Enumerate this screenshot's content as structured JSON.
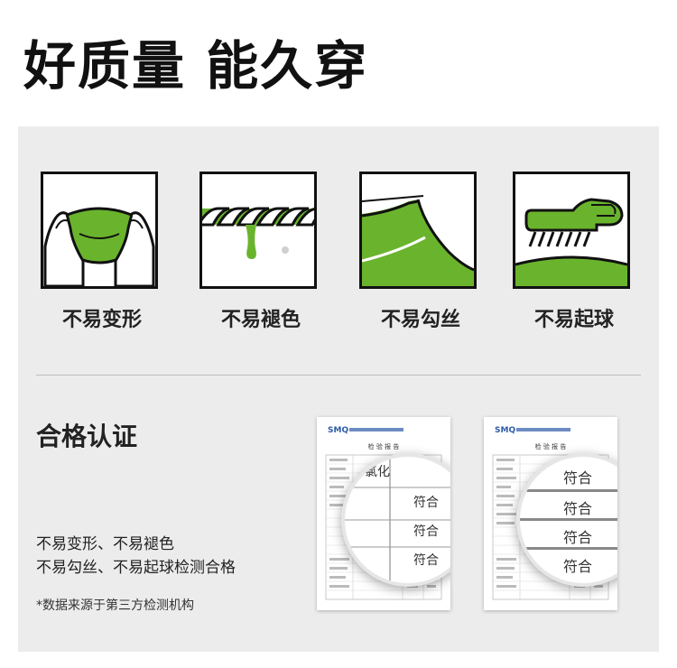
{
  "title": "好质量 能久穿",
  "features": [
    {
      "label": "不易变形",
      "icon": "hands-stretch-fabric-icon"
    },
    {
      "label": "不易褪色",
      "icon": "rope-dripping-dye-icon"
    },
    {
      "label": "不易勾丝",
      "icon": "fabric-snag-icon"
    },
    {
      "label": "不易起球",
      "icon": "brush-pilling-icon"
    }
  ],
  "certification": {
    "title": "合格认证",
    "lines": [
      "不易变形、不易褪色",
      "不易勾丝、不易起球检测合格"
    ],
    "note": "*数据来源于第三方检测机构"
  },
  "reports": [
    {
      "brand": "SMQ",
      "heading": "检 验 报 告",
      "zoom_texts": [
        "氯化",
        "符合",
        "符合",
        "符合"
      ]
    },
    {
      "brand": "SMQ",
      "heading": "检 验 报 告",
      "zoom_texts": [
        "符合",
        "符合",
        "符合",
        "符合"
      ]
    }
  ],
  "colors": {
    "accent": "#6ab42d",
    "panel": "#ececec"
  }
}
